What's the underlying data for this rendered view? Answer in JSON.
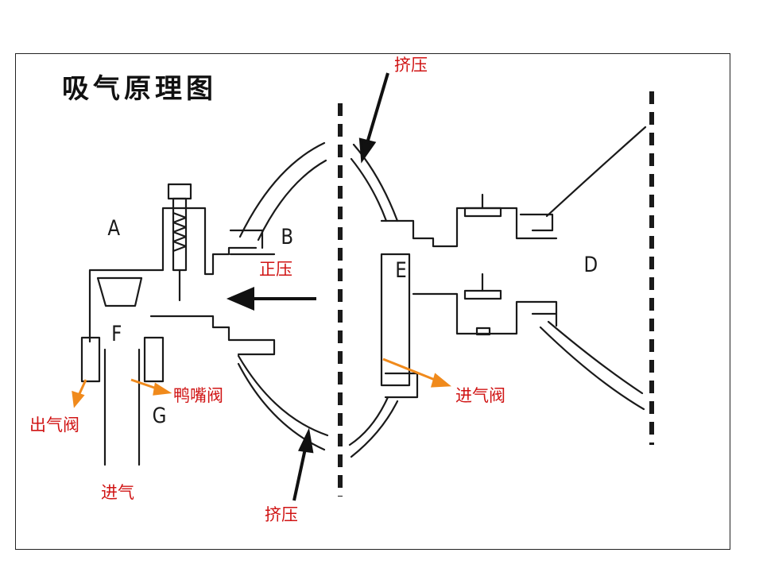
{
  "title": "吸气原理图",
  "part_labels": {
    "a": "A",
    "b": "B",
    "d": "D",
    "e": "E",
    "f": "F",
    "g": "G"
  },
  "annotations": {
    "squeeze_top": "挤压",
    "squeeze_bottom": "挤压",
    "positive_pressure": "正压",
    "duckbill_valve": "鸭嘴阀",
    "outlet_valve": "出气阀",
    "inlet_valve": "进气阀",
    "air_intake": "进气"
  },
  "colors": {
    "annotation_text": "#d01414",
    "annotation_arrow": "#f08a1c",
    "line": "#1a1a1a"
  }
}
